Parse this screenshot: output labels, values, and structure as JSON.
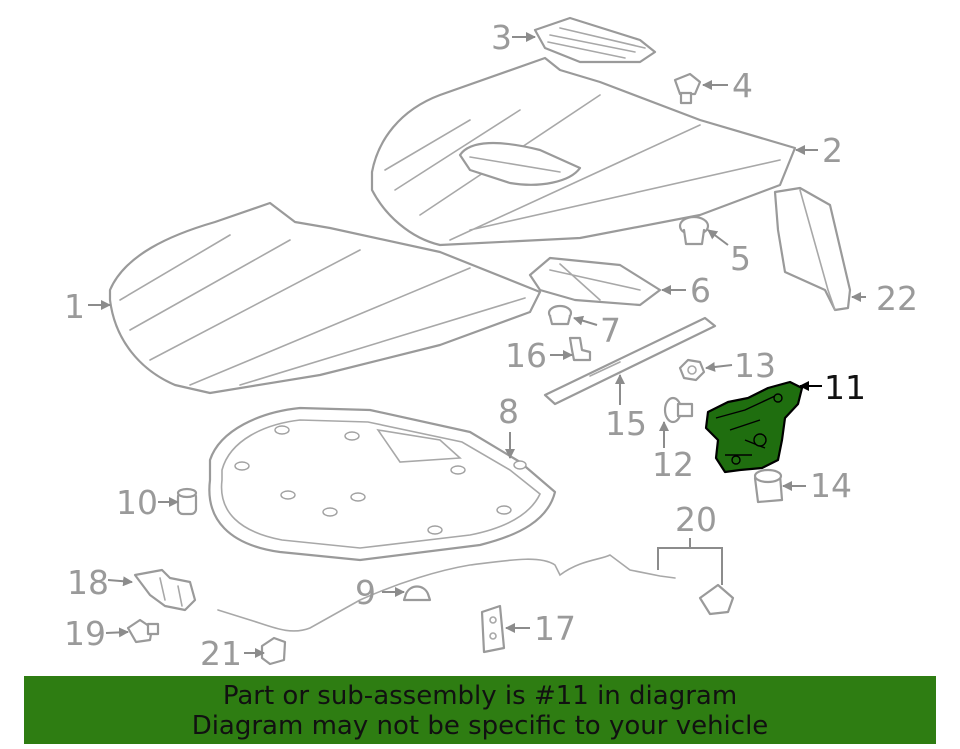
{
  "highlight": {
    "part_number": "11",
    "color": "#2e7d12"
  },
  "callouts": {
    "c1": "1",
    "c2": "2",
    "c3": "3",
    "c4": "4",
    "c5": "5",
    "c6": "6",
    "c7": "7",
    "c8": "8",
    "c9": "9",
    "c10": "10",
    "c11": "11",
    "c12": "12",
    "c13": "13",
    "c14": "14",
    "c15": "15",
    "c16": "16",
    "c17": "17",
    "c18": "18",
    "c19": "19",
    "c20": "20",
    "c21": "21",
    "c22": "22"
  },
  "banner": {
    "line1": "Part or sub-assembly is #11 in diagram",
    "line2": "Diagram may not be specific to your vehicle"
  }
}
